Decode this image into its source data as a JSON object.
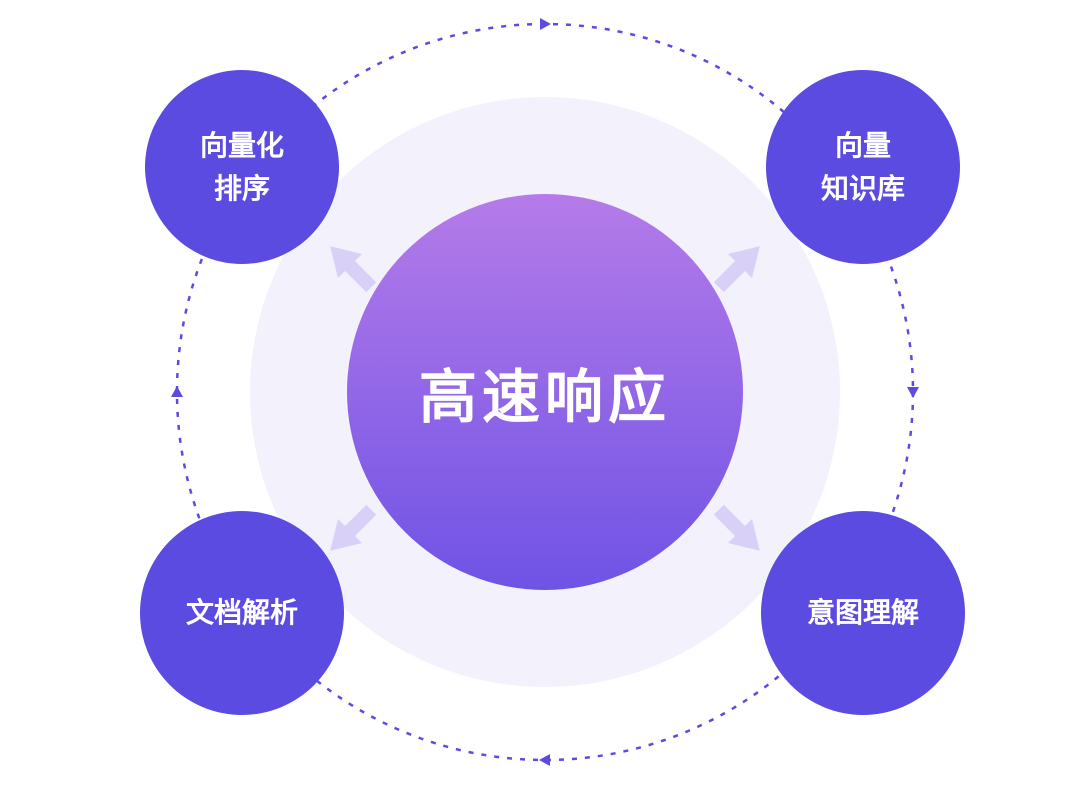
{
  "center": {
    "label": "高速响应"
  },
  "nodes": {
    "top_left": {
      "lines": [
        "向量化",
        "排序"
      ]
    },
    "top_right": {
      "lines": [
        "向量",
        "知识库"
      ]
    },
    "bottom_left": {
      "lines": [
        "文档解析"
      ]
    },
    "bottom_right": {
      "lines": [
        "意图理解"
      ]
    }
  },
  "colors": {
    "node": "#5B4BE0",
    "orbit": "#5B4BE0",
    "halo": "#F3F1FB",
    "arrow": "#D8D0F6",
    "center_top": "#B57BE9",
    "center_bottom": "#6F53E5",
    "text": "#FFFFFF"
  }
}
